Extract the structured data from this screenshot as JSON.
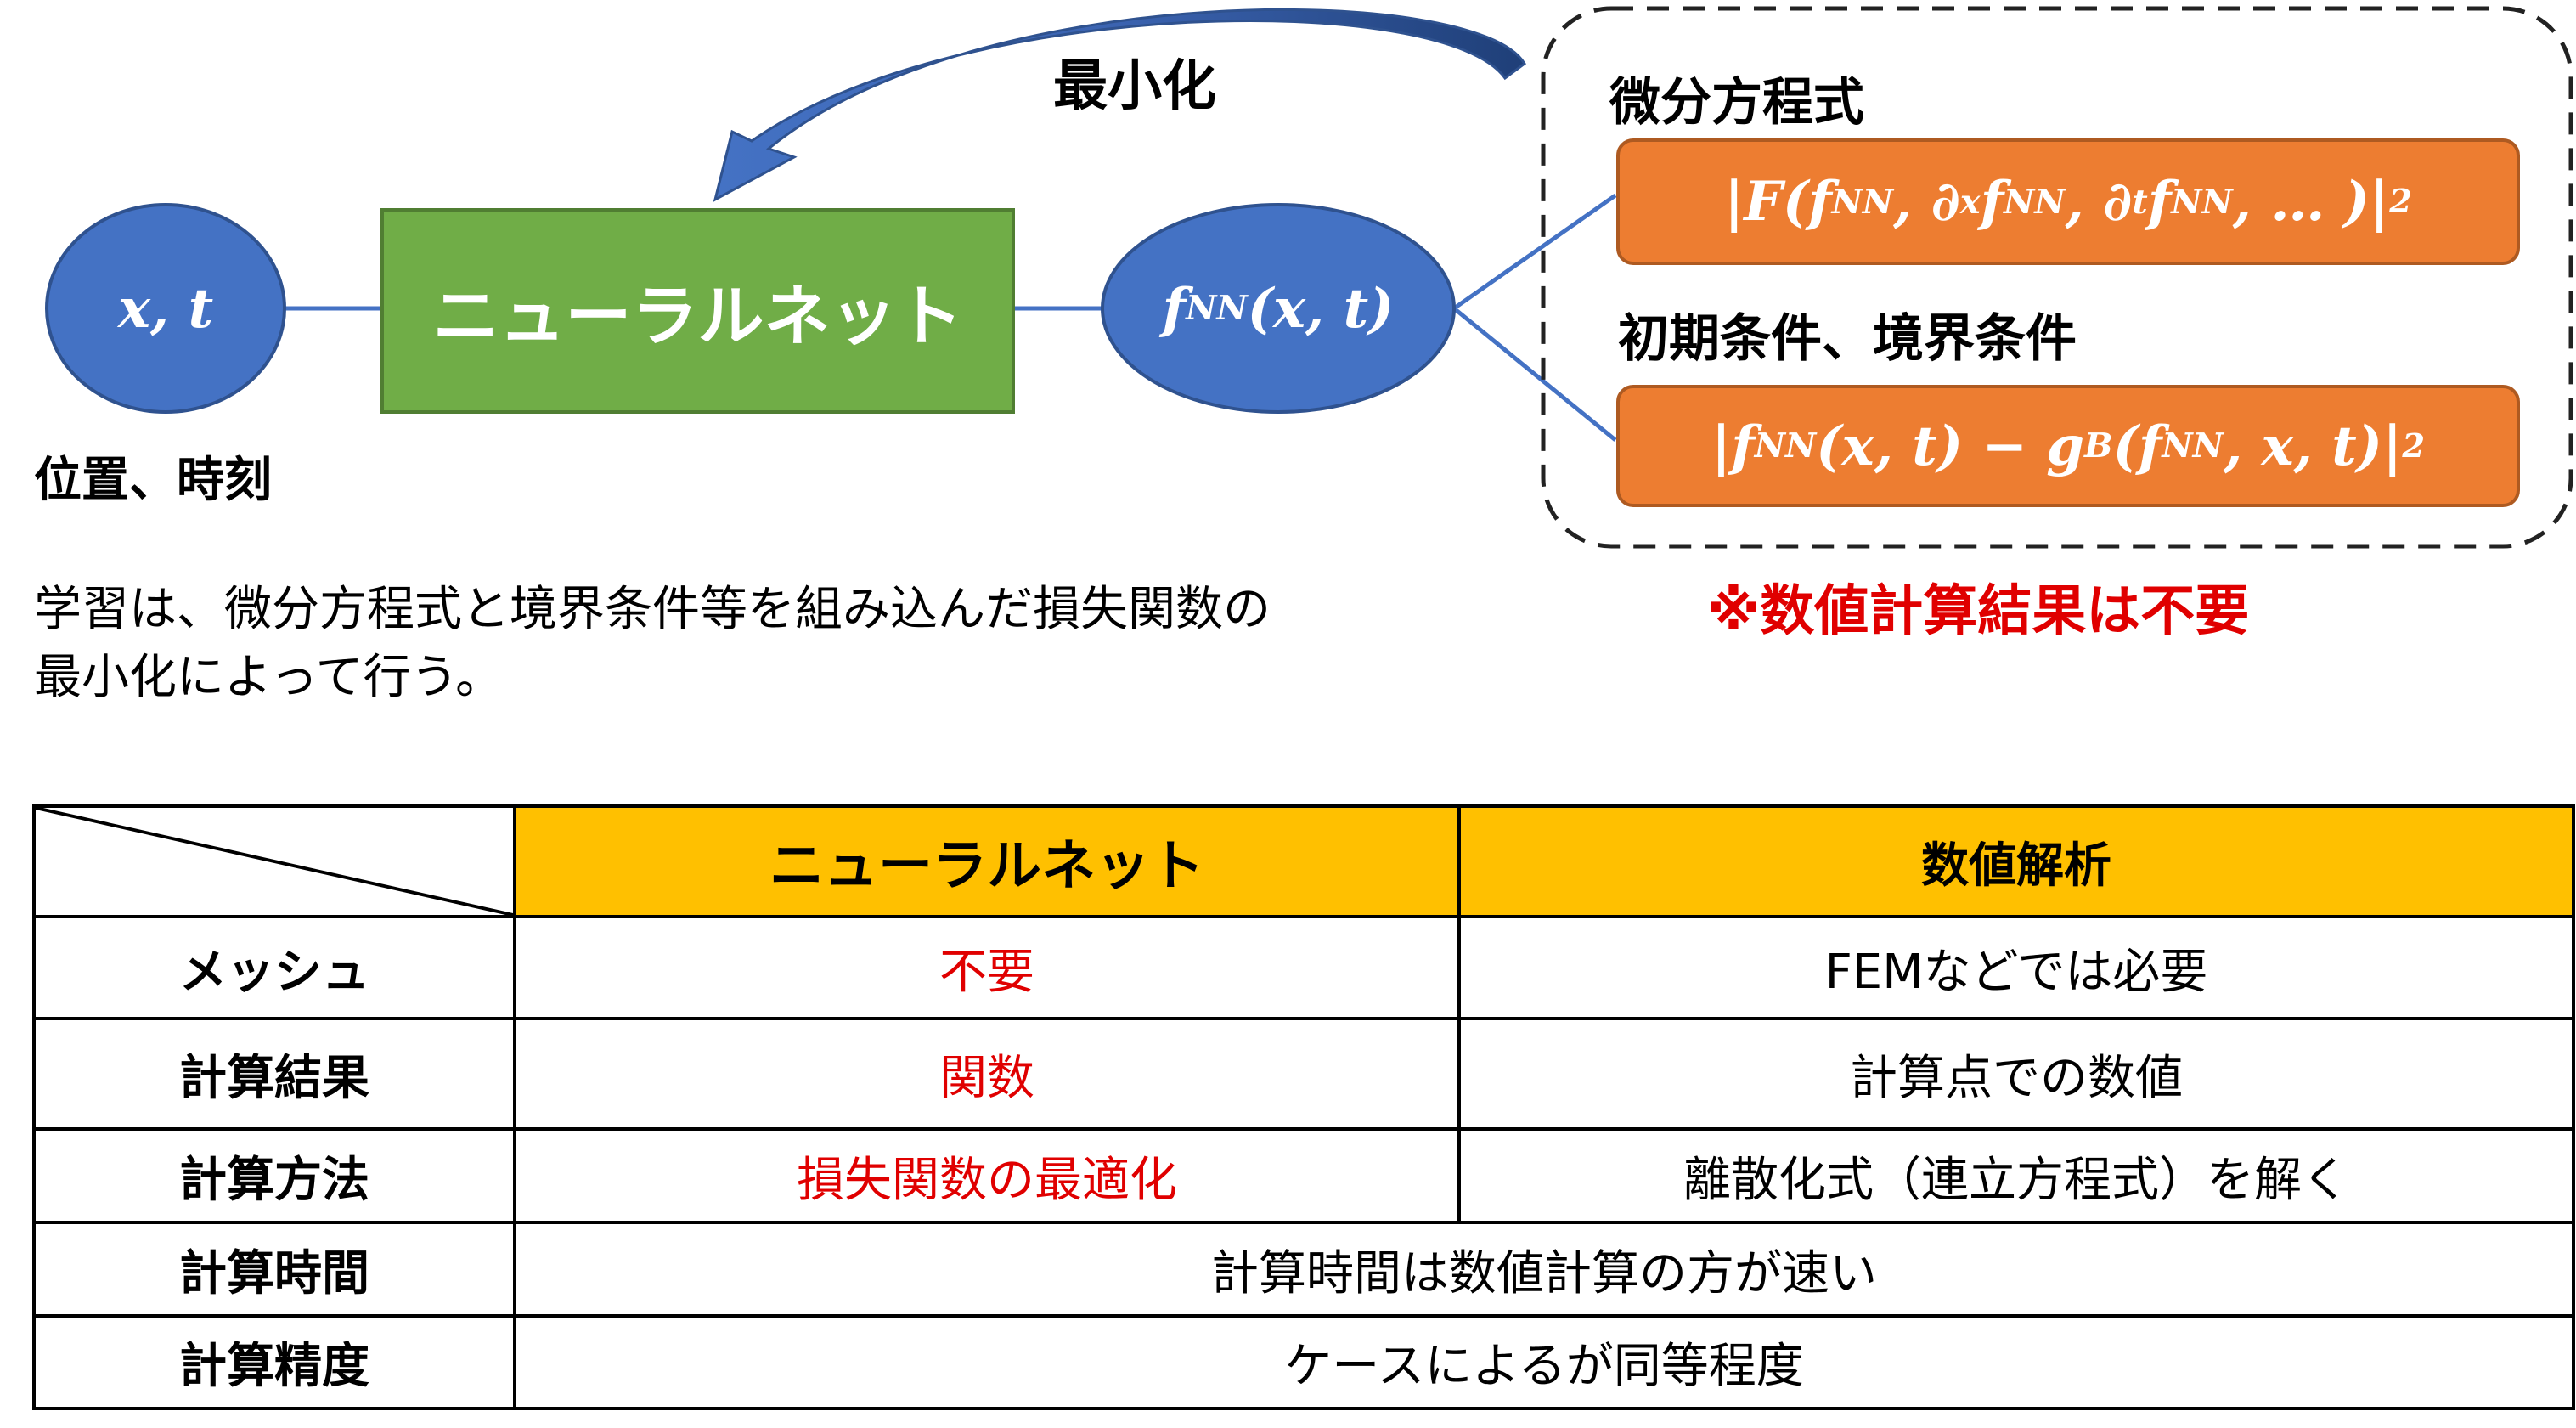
{
  "colors": {
    "node_blue": "#4472c4",
    "box_green": "#70ad47",
    "formula_orange": "#ed7d31",
    "header_yellow": "#ffc000",
    "accent_red": "#e00000"
  },
  "diagram": {
    "input_node": {
      "label": "x, t"
    },
    "input_caption": "位置、時刻",
    "network_box": {
      "label": "ニューラルネット"
    },
    "output_node": {
      "label_main": "f",
      "label_sub": "NN",
      "label_args": "(x, t)"
    },
    "arrow_label": "最小化",
    "loss_group": {
      "pde_title": "微分方程式",
      "pde_formula": {
        "p1": "|F(f",
        "s1": "NN",
        "p2": ", ∂",
        "s2": "x",
        "p3": "f",
        "s3": "NN",
        "p4": ", ∂",
        "s4": "t",
        "p5": "f",
        "s5": "NN",
        "p6": ", … )|",
        "exp": "2"
      },
      "bc_title": "初期条件、境界条件",
      "bc_formula": {
        "p1": "|f",
        "s1": "NN",
        "p2": "(x, t) − g",
        "s2": "B",
        "p3": "(f",
        "s3": "NN",
        "p4": ", x, t)|",
        "exp": "2"
      }
    },
    "note_red": "※数値計算結果は不要",
    "description_line1": "学習は、微分方程式と境界条件等を組み込んだ損失関数の",
    "description_line2": "最小化によって行う。"
  },
  "table": {
    "headers": [
      "ニューラルネット",
      "数値解析"
    ],
    "rows": [
      {
        "label": "メッシュ",
        "nn": "不要",
        "num": "FEMなどでは必要"
      },
      {
        "label": "計算結果",
        "nn": "関数",
        "num": "計算点での数値"
      },
      {
        "label": "計算方法",
        "nn": "損失関数の最適化",
        "num": "離散化式（連立方程式）を解く"
      },
      {
        "label": "計算時間",
        "merged": "計算時間は数値計算の方が速い"
      },
      {
        "label": "計算精度",
        "merged": "ケースによるが同等程度"
      }
    ]
  }
}
